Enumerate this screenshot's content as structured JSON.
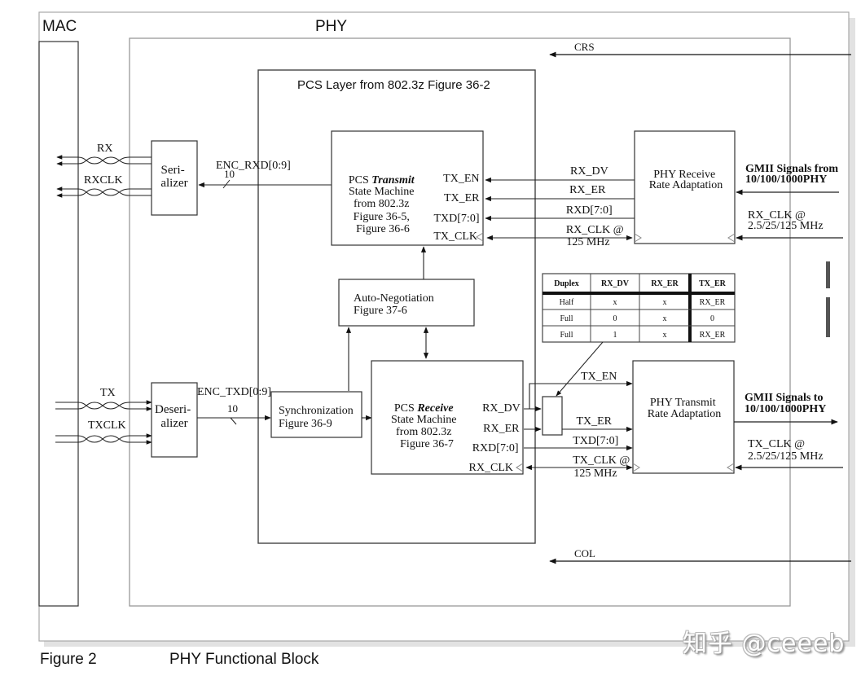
{
  "regions": {
    "mac_label": "MAC",
    "phy_label": "PHY",
    "pcs_layer_title": "PCS Layer from 802.3z Figure 36-2"
  },
  "blocks": {
    "serializer": [
      "Seri-",
      "alizer"
    ],
    "deserializer": [
      "Deseri-",
      "alizer"
    ],
    "pcs_transmit": {
      "lines": [
        "PCS ",
        "Transmit",
        "State Machine",
        "from 802.3z",
        "Figure 36-5,",
        "Figure 36-6"
      ],
      "ports": [
        "TX_EN",
        "TX_ER",
        "TXD[7:0]",
        "TX_CLK"
      ]
    },
    "pcs_receive": {
      "lines": [
        "PCS ",
        "Receive",
        "State Machine",
        "from 802.3z",
        "Figure 36-7"
      ],
      "ports": [
        "RX_DV",
        "RX_ER",
        "RXD[7:0]",
        "RX_CLK"
      ]
    },
    "auto_negotiation": [
      "Auto-Negotiation",
      "Figure 37-6"
    ],
    "synchronization": [
      "Synchronization",
      "Figure 36-9"
    ],
    "phy_receive_rate_adaptation": [
      "PHY Receive",
      "Rate Adaptation"
    ],
    "phy_transmit_rate_adaptation": [
      "PHY Transmit",
      "Rate Adaptation"
    ]
  },
  "signals": {
    "rx": "RX",
    "rxclk": "RXCLK",
    "tx": "TX",
    "txclk": "TXCLK",
    "enc_rxd": "ENC_RXD[0:9]",
    "enc_rxd_width": "10",
    "enc_txd": "ENC_TXD[0:9]",
    "enc_txd_width": "10",
    "crs": "CRS",
    "col": "COL",
    "rx_side": [
      "RX_DV",
      "RX_ER",
      "RXD[7:0]",
      "RX_CLK @",
      "125 MHz"
    ],
    "tx_side": [
      "TX_EN",
      "TX_ER",
      "TXD[7:0]",
      "TX_CLK @",
      "125 MHz"
    ],
    "gmii_from": [
      "GMII Signals from",
      "10/100/1000PHY"
    ],
    "gmii_to": [
      "GMII Signals to",
      "10/100/1000PHY"
    ],
    "rx_clk_in": [
      "RX_CLK @",
      "2.5/25/125 MHz"
    ],
    "tx_clk_in": [
      "TX_CLK @",
      "2.5/25/125 MHz"
    ]
  },
  "duplex_table": {
    "headers": [
      "Duplex",
      "RX_DV",
      "RX_ER",
      "TX_ER"
    ],
    "rows": [
      [
        "Half",
        "x",
        "x",
        "RX_ER"
      ],
      [
        "Full",
        "0",
        "x",
        "0"
      ],
      [
        "Full",
        "1",
        "x",
        "RX_ER"
      ]
    ]
  },
  "caption": {
    "figure": "Figure 2",
    "title": "PHY Functional Block"
  },
  "watermark": "知乎 @ceeeb"
}
